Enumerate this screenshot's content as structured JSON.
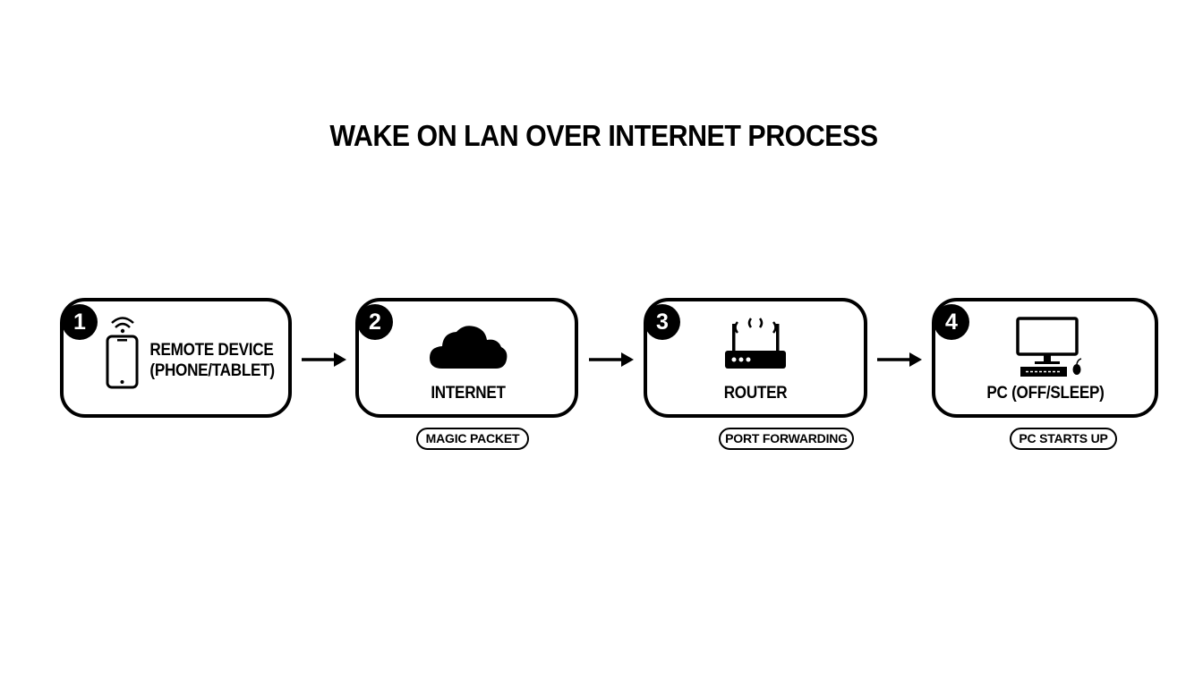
{
  "title": "WAKE ON LAN OVER INTERNET PROCESS",
  "steps": [
    {
      "number": "1",
      "label_line1": "REMOTE DEVICE",
      "label_line2": "(PHONE/TABLET)",
      "icon": "phone-icon"
    },
    {
      "number": "2",
      "label": "INTERNET",
      "icon": "cloud-icon"
    },
    {
      "number": "3",
      "label": "ROUTER",
      "icon": "router-icon"
    },
    {
      "number": "4",
      "label": "PC (OFF/SLEEP)",
      "icon": "desktop-pc-icon"
    }
  ],
  "connectors": [
    {
      "label": "MAGIC PACKET"
    },
    {
      "label": "PORT FORWARDING"
    },
    {
      "label": "PC STARTS UP"
    }
  ],
  "colors": {
    "stroke": "#000000",
    "background": "#ffffff"
  }
}
